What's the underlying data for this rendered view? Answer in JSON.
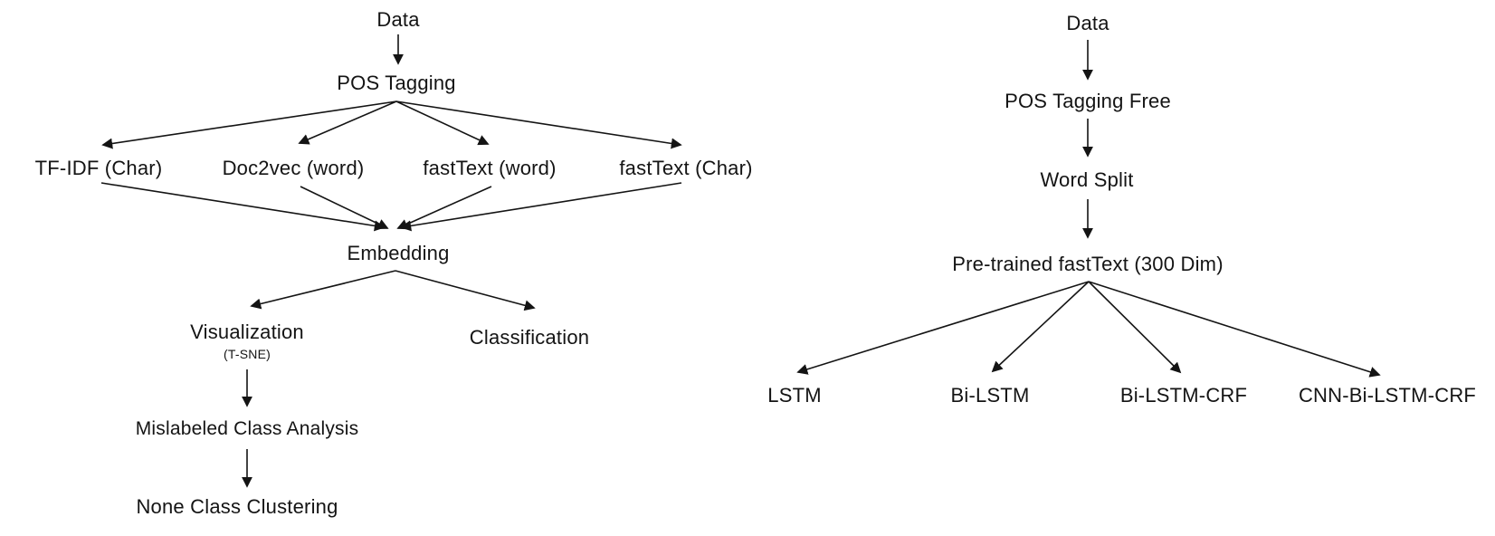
{
  "colors": {
    "background": "#ffffff",
    "text": "#141414",
    "line": "#141414"
  },
  "diagram_left": {
    "description": "POS-tagged embedding pipeline flowchart",
    "nodes": {
      "data": "Data",
      "pos_tagging": "POS Tagging",
      "tfidf_char": "TF-IDF (Char)",
      "doc2vec_word": "Doc2vec (word)",
      "fasttext_word": "fastText (word)",
      "fasttext_char": "fastText (Char)",
      "embedding": "Embedding",
      "visualization": "Visualization",
      "visualization_sub": "(T-SNE)",
      "classification": "Classification",
      "mislabeled": "Mislabeled Class Analysis",
      "none_clustering": "None Class Clustering"
    },
    "edges": [
      {
        "from": "data",
        "to": "pos_tagging"
      },
      {
        "from": "pos_tagging",
        "to": "tfidf_char"
      },
      {
        "from": "pos_tagging",
        "to": "doc2vec_word"
      },
      {
        "from": "pos_tagging",
        "to": "fasttext_word"
      },
      {
        "from": "pos_tagging",
        "to": "fasttext_char"
      },
      {
        "from": "tfidf_char",
        "to": "embedding"
      },
      {
        "from": "doc2vec_word",
        "to": "embedding"
      },
      {
        "from": "fasttext_word",
        "to": "embedding"
      },
      {
        "from": "fasttext_char",
        "to": "embedding"
      },
      {
        "from": "embedding",
        "to": "visualization"
      },
      {
        "from": "embedding",
        "to": "classification"
      },
      {
        "from": "visualization",
        "to": "mislabeled"
      },
      {
        "from": "mislabeled",
        "to": "none_clustering"
      }
    ]
  },
  "diagram_right": {
    "description": "POS-tagging-free deep learning pipeline flowchart",
    "nodes": {
      "data": "Data",
      "pos_tagging_free": "POS Tagging Free",
      "word_split": "Word Split",
      "pretrained_fasttext": "Pre-trained fastText (300 Dim)",
      "lstm": "LSTM",
      "bi_lstm": "Bi-LSTM",
      "bi_lstm_crf": "Bi-LSTM-CRF",
      "cnn_bi_lstm_crf": "CNN-Bi-LSTM-CRF"
    },
    "edges": [
      {
        "from": "data",
        "to": "pos_tagging_free"
      },
      {
        "from": "pos_tagging_free",
        "to": "word_split"
      },
      {
        "from": "word_split",
        "to": "pretrained_fasttext"
      },
      {
        "from": "pretrained_fasttext",
        "to": "lstm"
      },
      {
        "from": "pretrained_fasttext",
        "to": "bi_lstm"
      },
      {
        "from": "pretrained_fasttext",
        "to": "bi_lstm_crf"
      },
      {
        "from": "pretrained_fasttext",
        "to": "cnn_bi_lstm_crf"
      }
    ]
  }
}
